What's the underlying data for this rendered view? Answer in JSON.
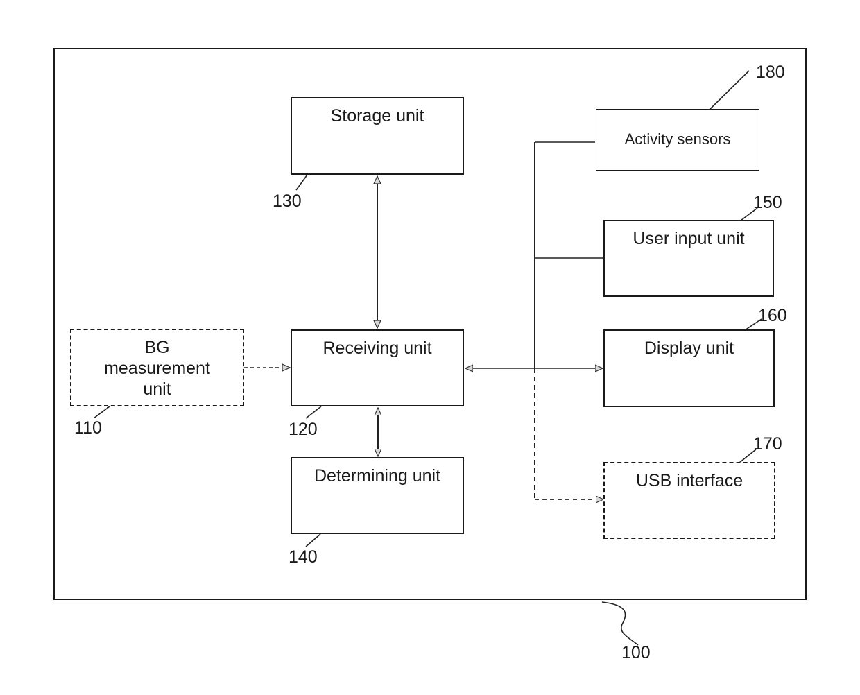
{
  "diagram": {
    "system": {
      "ref": "100"
    },
    "blocks": {
      "bg_measurement": {
        "ref": "110",
        "label_lines": [
          "BG",
          "measurement",
          "unit"
        ],
        "style": "dashed"
      },
      "receiving": {
        "ref": "120",
        "label": "Receiving unit",
        "style": "solid"
      },
      "storage": {
        "ref": "130",
        "label": "Storage unit",
        "style": "solid"
      },
      "determining": {
        "ref": "140",
        "label": "Determining unit",
        "style": "solid"
      },
      "user_input": {
        "ref": "150",
        "label": "User input unit",
        "style": "solid"
      },
      "display": {
        "ref": "160",
        "label": "Display unit",
        "style": "solid"
      },
      "usb": {
        "ref": "170",
        "label": "USB interface",
        "style": "dashed"
      },
      "activity": {
        "ref": "180",
        "label": "Activity sensors",
        "style": "solid"
      }
    },
    "connections": [
      {
        "from": "bg_measurement",
        "to": "receiving",
        "type": "dashed",
        "direction": "one-way"
      },
      {
        "from": "receiving",
        "to": "storage",
        "type": "solid",
        "direction": "bidirectional"
      },
      {
        "from": "receiving",
        "to": "determining",
        "type": "solid",
        "direction": "bidirectional"
      },
      {
        "from": "receiving",
        "to": "display",
        "type": "solid",
        "direction": "bidirectional"
      },
      {
        "from": "activity",
        "to": "bus",
        "type": "solid",
        "direction": "none"
      },
      {
        "from": "user_input",
        "to": "bus",
        "type": "solid",
        "direction": "none"
      },
      {
        "from": "bus",
        "to": "usb",
        "type": "dashed",
        "direction": "one-way"
      }
    ]
  }
}
